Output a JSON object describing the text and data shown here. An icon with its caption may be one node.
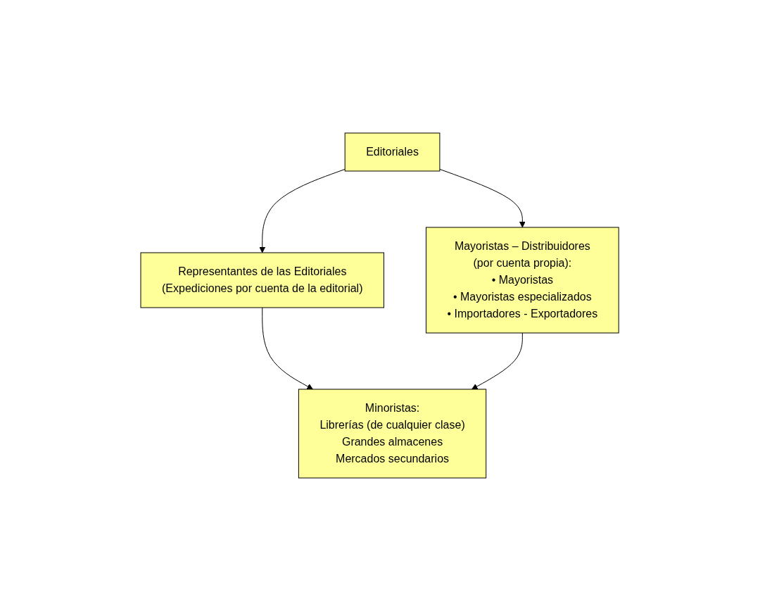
{
  "diagram": {
    "nodes": [
      {
        "text": [
          "Editoriales"
        ]
      },
      {
        "text": [
          "Representantes de las Editoriales",
          "(Expediciones por cuenta de la editorial)"
        ]
      },
      {
        "text": [
          "Mayoristas – Distribuidores",
          "(por cuenta propia):",
          "• Mayoristas",
          "• Mayoristas especializados",
          "• Importadores - Exportadores"
        ]
      },
      {
        "text": [
          "Minoristas:",
          "Librerías (de cualquier clase)",
          "Grandes almacenes",
          "Mercados secundarios"
        ]
      }
    ],
    "edges": [
      {
        "from": 0,
        "to": 1,
        "arrow": "to"
      },
      {
        "from": 0,
        "to": 2,
        "arrow": "to"
      },
      {
        "from": 1,
        "to": 3,
        "arrow": "to"
      },
      {
        "from": 2,
        "to": 3,
        "arrow": "to"
      }
    ]
  }
}
